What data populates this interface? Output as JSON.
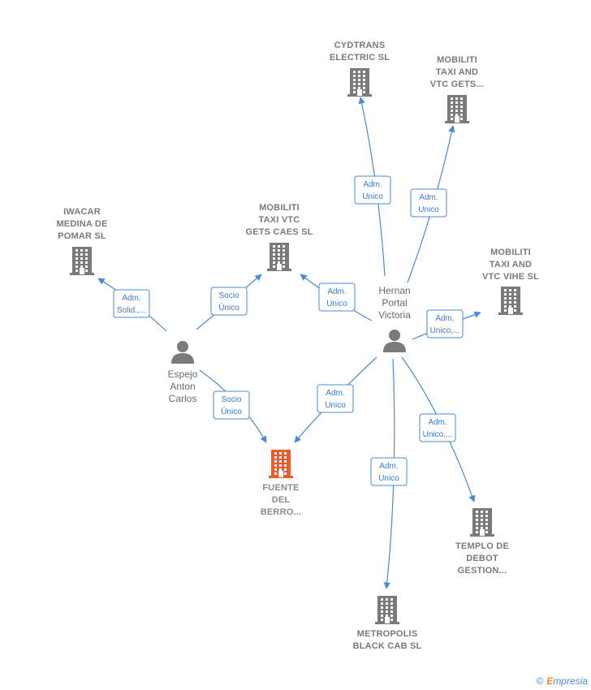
{
  "colors": {
    "edge": "#4a8ad6",
    "building": "#7a7a7a",
    "focal_building": "#f05a28",
    "person": "#7a7a7a"
  },
  "companies": [
    {
      "id": "cydtrans",
      "lines": [
        "CYDTRANS",
        "ELECTRIC  SL"
      ],
      "focal": false
    },
    {
      "id": "mob_gets_top",
      "lines": [
        "MOBILITI",
        "TAXI AND",
        "VTC GETS..."
      ],
      "focal": false
    },
    {
      "id": "iwacar",
      "lines": [
        "IWACAR",
        "MEDINA DE",
        "POMAR  SL"
      ],
      "focal": false
    },
    {
      "id": "mob_gets_caes",
      "lines": [
        "MOBILITI",
        "TAXI VTC",
        "GETS CAES  SL"
      ],
      "focal": false
    },
    {
      "id": "mob_vihe",
      "lines": [
        "MOBILITI",
        "TAXI AND",
        "VTC VIHE  SL"
      ],
      "focal": false
    },
    {
      "id": "fuente",
      "lines": [
        "FUENTE",
        "DEL",
        "BERRO..."
      ],
      "focal": true
    },
    {
      "id": "templo",
      "lines": [
        "TEMPLO DE",
        "DEBOT",
        "GESTION..."
      ],
      "focal": false
    },
    {
      "id": "metropolis",
      "lines": [
        "METROPOLIS",
        "BLACK CAB  SL"
      ],
      "focal": false
    }
  ],
  "persons": [
    {
      "id": "hernan",
      "lines": [
        "Hernan",
        "Portal",
        "Victoria"
      ]
    },
    {
      "id": "espejo",
      "lines": [
        "Espejo",
        "Anton",
        "Carlos"
      ]
    }
  ],
  "edges": [
    {
      "id": "e1",
      "from": "hernan",
      "to": "cydtrans",
      "lines": [
        "Adm.",
        "Unico"
      ]
    },
    {
      "id": "e2",
      "from": "hernan",
      "to": "mob_gets_top",
      "lines": [
        "Adm.",
        "Unico"
      ]
    },
    {
      "id": "e3",
      "from": "hernan",
      "to": "mob_gets_caes",
      "lines": [
        "Adm.",
        "Unico"
      ]
    },
    {
      "id": "e4",
      "from": "hernan",
      "to": "mob_vihe",
      "lines": [
        "Adm.",
        "Unico,..."
      ]
    },
    {
      "id": "e5",
      "from": "hernan",
      "to": "fuente",
      "lines": [
        "Adm.",
        "Unico"
      ]
    },
    {
      "id": "e6",
      "from": "hernan",
      "to": "templo",
      "lines": [
        "Adm.",
        "Unico,..."
      ]
    },
    {
      "id": "e7",
      "from": "hernan",
      "to": "metropolis",
      "lines": [
        "Adm.",
        "Unico"
      ]
    },
    {
      "id": "e8",
      "from": "espejo",
      "to": "iwacar",
      "lines": [
        "Adm.",
        "Solid.,..."
      ]
    },
    {
      "id": "e9",
      "from": "espejo",
      "to": "mob_gets_caes",
      "lines": [
        "Socio",
        "Único"
      ]
    },
    {
      "id": "e10",
      "from": "espejo",
      "to": "fuente",
      "lines": [
        "Socio",
        "Único"
      ]
    }
  ],
  "footer": {
    "copyright": "©",
    "brand_first": "E",
    "brand_rest": "mpresia"
  }
}
